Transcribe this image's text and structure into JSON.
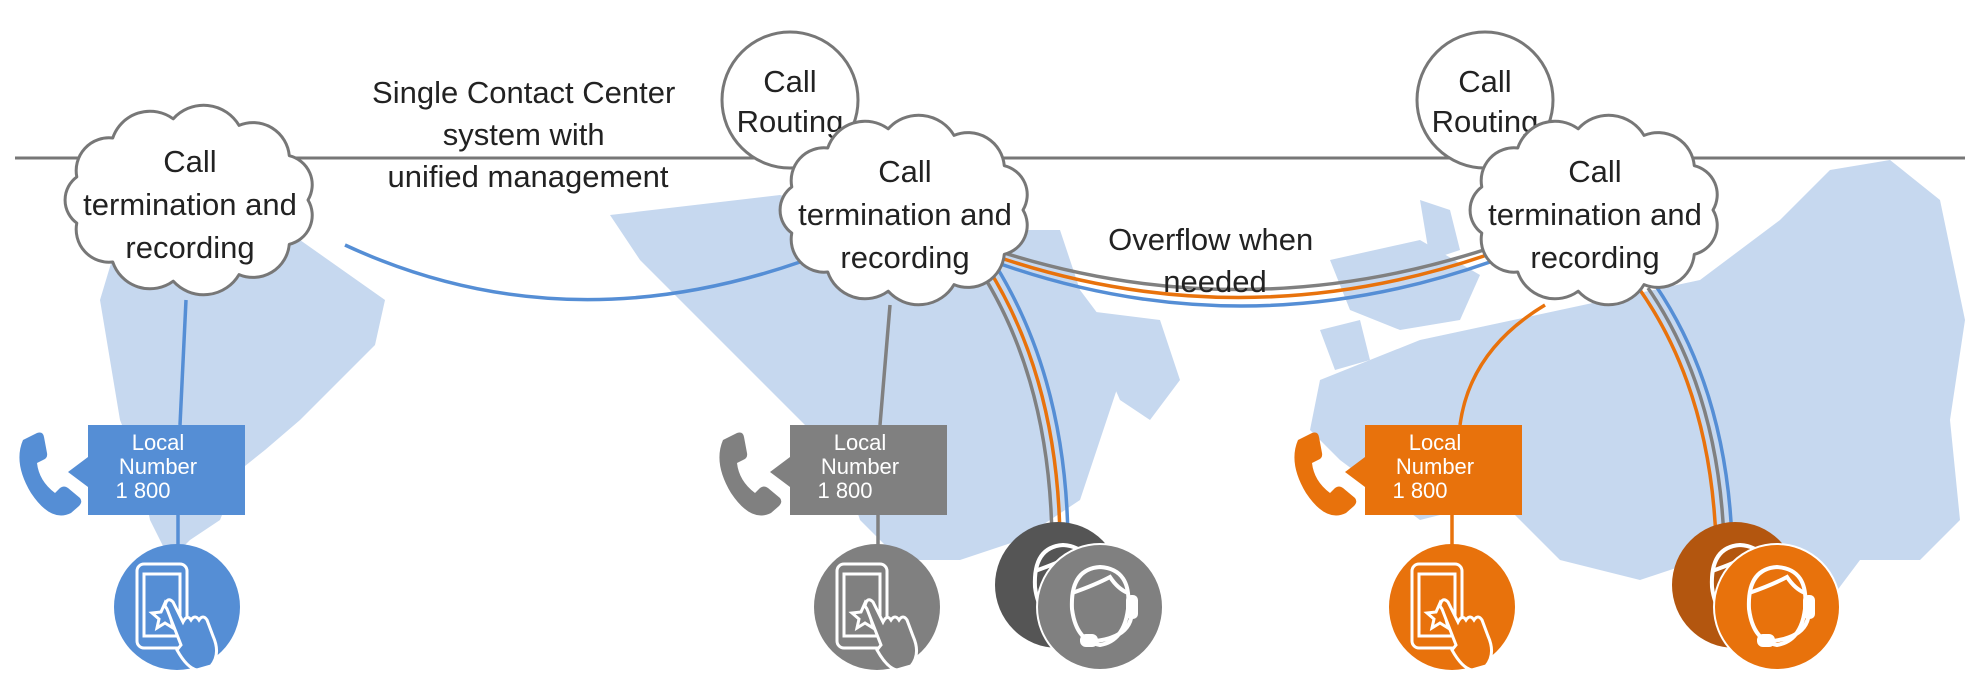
{
  "colors": {
    "blue": "#558ED5",
    "gray": "#808080",
    "orange": "#E8720C",
    "map": "#C6D8EF",
    "dark_gray": "#555555",
    "dark_orange": "#B3560F",
    "outline": "#777777"
  },
  "header_text": [
    "Single Contact Center",
    "system with",
    "unified management"
  ],
  "overflow_text": [
    "Overflow when",
    "needed"
  ],
  "sites": [
    {
      "cloud": [
        "Call",
        "termination and",
        "recording"
      ],
      "routing": null,
      "number": [
        "Local",
        "Number",
        "1 800"
      ],
      "color": "blue"
    },
    {
      "cloud": [
        "Call",
        "termination and",
        "recording"
      ],
      "routing": [
        "Call",
        "Routing"
      ],
      "number": [
        "Local",
        "Number",
        "1 800"
      ],
      "color": "gray"
    },
    {
      "cloud": [
        "Call",
        "termination and",
        "recording"
      ],
      "routing": [
        "Call",
        "Routing"
      ],
      "number": [
        "Local",
        "Number",
        "1 800"
      ],
      "color": "orange"
    }
  ],
  "icons": [
    "phone-handset-icon",
    "smartphone-touch-icon",
    "agent-headset-icon",
    "cloud-icon"
  ]
}
